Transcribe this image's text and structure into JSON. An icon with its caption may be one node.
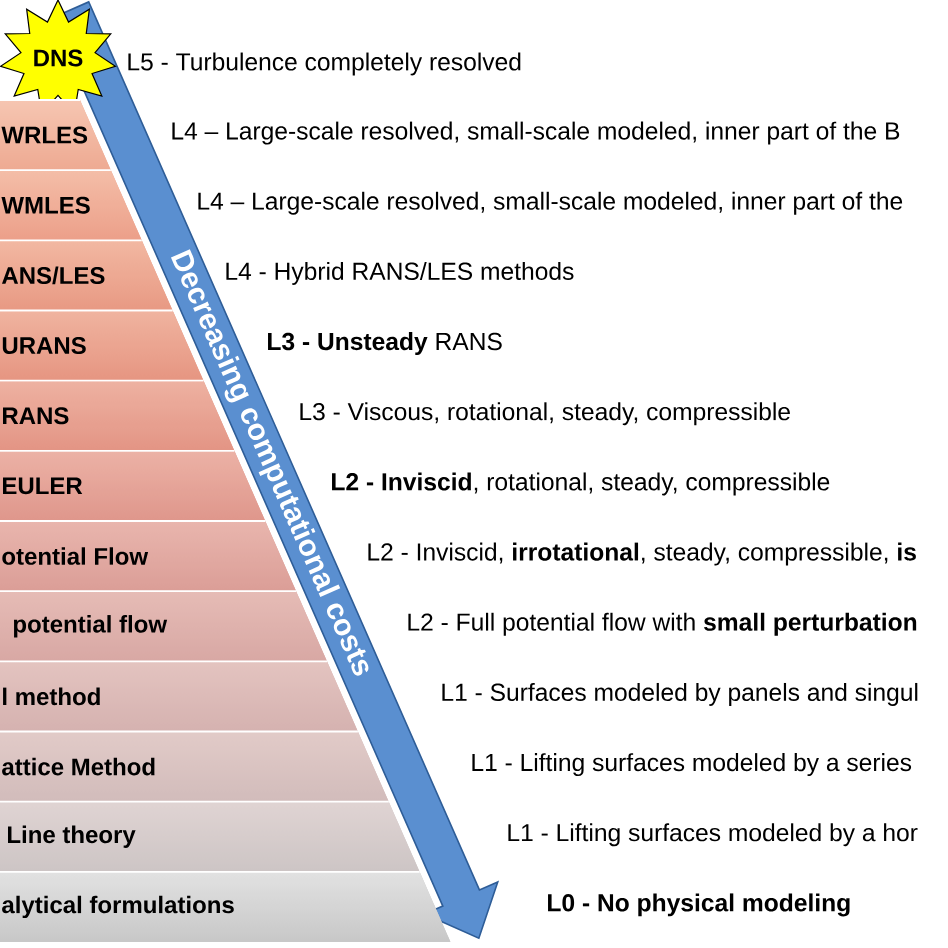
{
  "diagram": {
    "nodes": [
      {
        "text": [
          "DNS"
        ]
      },
      {
        "text": [
          "WRLES"
        ]
      },
      {
        "text": [
          "WMLES"
        ]
      },
      {
        "text": [
          "ANS/LES"
        ]
      },
      {
        "text": [
          "URANS"
        ]
      },
      {
        "text": [
          "RANS"
        ]
      },
      {
        "text": [
          "EULER"
        ]
      },
      {
        "text": [
          "otential Flow"
        ]
      },
      {
        "text": [
          "potential flow"
        ]
      },
      {
        "text": [
          "l method"
        ]
      },
      {
        "text": [
          "attice Method"
        ]
      },
      {
        "text": [
          "Line theory"
        ]
      },
      {
        "text": [
          "alytical formulations"
        ]
      }
    ],
    "labels": [
      "L5 - Turbulence completely resolved",
      "L4 – Large-scale resolved, small-scale modeled, inner part of the B",
      "L4 – Large-scale resolved, small-scale modeled, inner part of the",
      "L4 - Hybrid RANS/LES methods",
      "**L3 - Unsteady** RANS",
      "L3 - Viscous, rotational, steady, compressible",
      "**L2 - Inviscid**, rotational, steady, compressible",
      "L2 - Inviscid, **irrotational**, steady, compressible, **is**",
      "L2 - Full potential flow with **small perturbation**",
      "L1 - Surfaces modeled by panels and singul",
      "L1 - Lifting surfaces modeled by a series",
      "L1 - Lifting surfaces modeled by a hor",
      "L0 - No physical modeling",
      "Decreasing computational costs"
    ]
  }
}
